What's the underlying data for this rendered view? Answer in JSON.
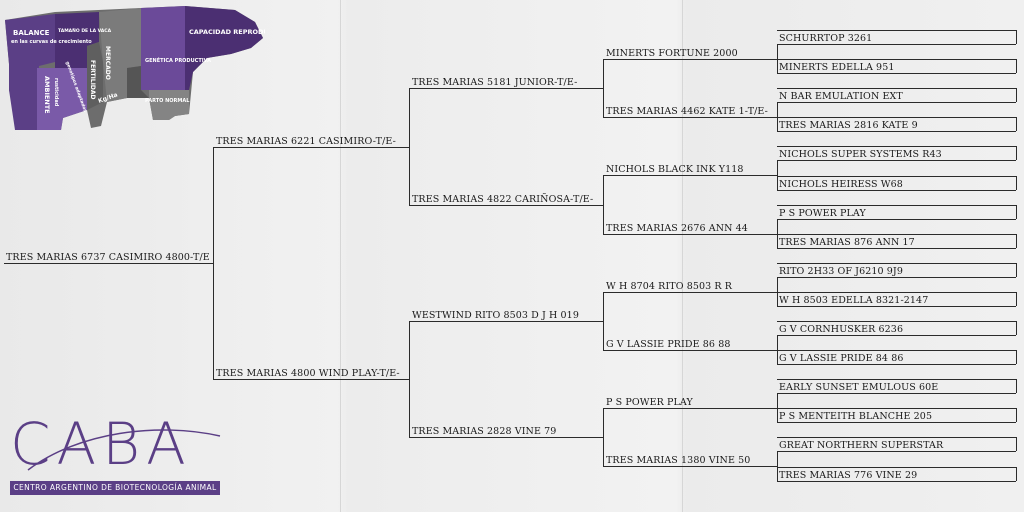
{
  "logo": {
    "cow_labels": {
      "balance": "BALANCE",
      "balance_sub": "en las curvas de crecimiento",
      "tamano": "TAMAÑO DE LA VACA",
      "mercado": "MERCADO",
      "fertilidad": "FERTILIDAD",
      "ambiente": "AMBIENTE",
      "ambiente_sub": "rusticidad",
      "genotipo": "genotipos adaptados",
      "genetica": "GENÉTICA PRODUCTIVA",
      "kgha": "Kg/Ha",
      "parto": "PARTO NORMAL",
      "capacidad": "CAPACIDAD REPRODUCTIVA"
    },
    "brand": "CABA",
    "brand_sub": "CENTRO ARGENTINO DE BIOTECNOLOGÍA ANIMAL"
  },
  "colors": {
    "purple_dark": "#4b2f72",
    "purple": "#6b4a99",
    "gray": "#6d6d6d",
    "brand": "#5b3f86"
  },
  "pedigree": {
    "subject": "TRES MARIAS 6737 CASIMIRO 4800-T/E",
    "g1": [
      "TRES MARIAS 6221 CASIMIRO-T/E-",
      "TRES MARIAS 4800 WIND PLAY-T/E-"
    ],
    "g2": [
      "TRES MARIAS 5181 JUNIOR-T/E-",
      "TRES MARIAS 4822 CARIÑOSA-T/E-",
      "WESTWIND RITO 8503 D J H 019",
      "TRES MARIAS 2828 VINE 79"
    ],
    "g3": [
      "MINERTS FORTUNE 2000",
      "TRES MARIAS 4462 KATE 1-T/E-",
      "NICHOLS BLACK INK Y118",
      "TRES MARIAS 2676 ANN 44",
      "W H 8704 RITO 8503 R R",
      "G V LASSIE PRIDE 86 88",
      "P S POWER PLAY",
      "TRES MARIAS 1380 VINE 50"
    ],
    "g4": [
      "SCHURRTOP 3261",
      "MINERTS EDELLA 951",
      "N BAR EMULATION EXT",
      "TRES MARIAS 2816 KATE 9",
      "NICHOLS SUPER SYSTEMS R43",
      "NICHOLS HEIRESS W68",
      "P S POWER PLAY",
      "TRES MARIAS 876 ANN 17",
      "RITO 2H33 OF J6210 9J9",
      "W H 8503 EDELLA 8321-2147",
      "G V CORNHUSKER 6236",
      "G V LASSIE PRIDE 84 86",
      "EARLY SUNSET EMULOUS 60E",
      "P S MENTEITH BLANCHE 205",
      "GREAT NORTHERN SUPERSTAR",
      "TRES MARIAS 776 VINE 29"
    ]
  }
}
